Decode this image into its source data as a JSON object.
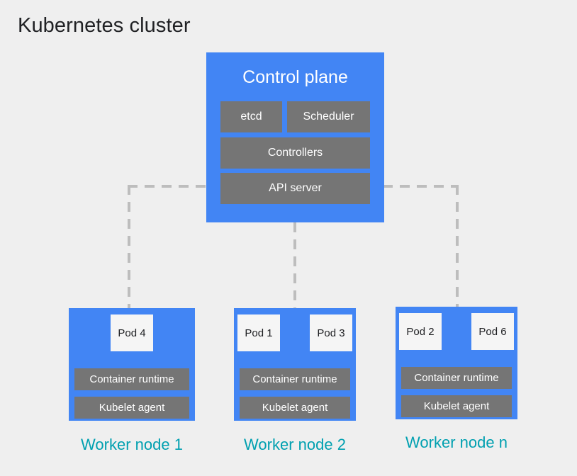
{
  "title": "Kubernetes cluster",
  "colors": {
    "background": "#efefef",
    "node_blue": "#4285f4",
    "component_gray": "#757575",
    "pod_white": "#f5f5f5",
    "label_teal": "#00a0b0",
    "connector_gray": "#bdbdbd",
    "title_black": "#202124"
  },
  "control_plane": {
    "title": "Control plane",
    "components": [
      {
        "label": "etcd"
      },
      {
        "label": "Scheduler"
      },
      {
        "label": "Controllers"
      },
      {
        "label": "API server"
      }
    ]
  },
  "worker_nodes": [
    {
      "label": "Worker node 1",
      "pods": [
        {
          "label": "Pod 4"
        }
      ],
      "runtime": "Container runtime",
      "kubelet": "Kubelet agent"
    },
    {
      "label": "Worker node 2",
      "pods": [
        {
          "label": "Pod 1"
        },
        {
          "label": "Pod 3"
        }
      ],
      "runtime": "Container runtime",
      "kubelet": "Kubelet agent"
    },
    {
      "label": "Worker node n",
      "pods": [
        {
          "label": "Pod 2"
        },
        {
          "label": "Pod 6"
        }
      ],
      "runtime": "Container runtime",
      "kubelet": "Kubelet agent"
    }
  ],
  "connectors": [
    {
      "name": "api-server-to-worker-1",
      "style": "dashed"
    },
    {
      "name": "api-server-to-worker-2",
      "style": "dashed"
    },
    {
      "name": "api-server-to-worker-n",
      "style": "dashed"
    }
  ]
}
